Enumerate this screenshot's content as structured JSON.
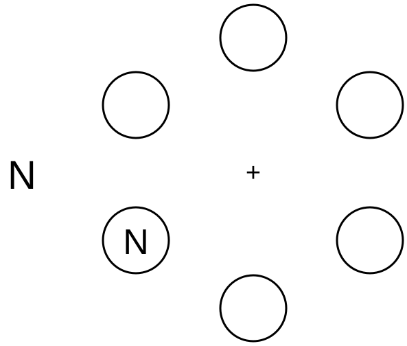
{
  "outside_label": "N",
  "center_mark": "+",
  "circles": [
    {
      "id": "top",
      "label": ""
    },
    {
      "id": "upper-left",
      "label": ""
    },
    {
      "id": "upper-right",
      "label": ""
    },
    {
      "id": "lower-left",
      "label": "N"
    },
    {
      "id": "lower-right",
      "label": ""
    },
    {
      "id": "bottom",
      "label": ""
    }
  ],
  "colors": {
    "stroke": "#000000",
    "background": "#ffffff"
  }
}
